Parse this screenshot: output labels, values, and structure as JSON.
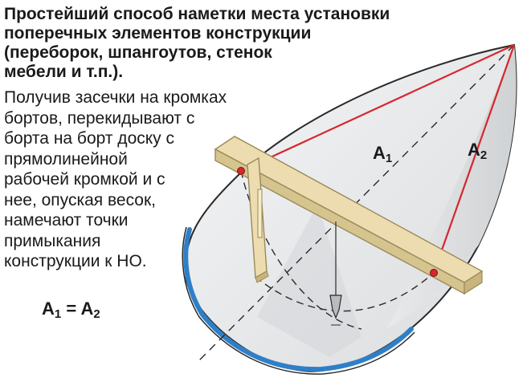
{
  "title_lines": [
    "Простейший способ наметки места установки",
    "поперечных элементов конструкции",
    "(переборок, шпангоутов, стенок",
    "мебели и т.п.)."
  ],
  "description_lines": [
    "Получив засечки на кромках",
    "бортов, перекидывают с",
    "борта на борт доску с",
    "прямолинейной",
    "рабочей кромкой и с",
    "нее, опуская весок,",
    "намечают точки",
    "примыкания",
    "конструкции к НО."
  ],
  "formula": {
    "lhs": "A",
    "lhs_sub": "1",
    "equals": " = ",
    "rhs": "A",
    "rhs_sub": "2"
  },
  "segment_labels": {
    "a1": {
      "letter": "A",
      "sub": "1"
    },
    "a2": {
      "letter": "A",
      "sub": "2"
    }
  },
  "colors": {
    "measure_line": "#d7262e",
    "board_wood": "#ecdcaf",
    "board_edge": "#9a8a5a",
    "hull_edge_blue": "#2f7fc7",
    "hull_interior": "#e4e6e8",
    "outline": "#2a2a2a"
  }
}
